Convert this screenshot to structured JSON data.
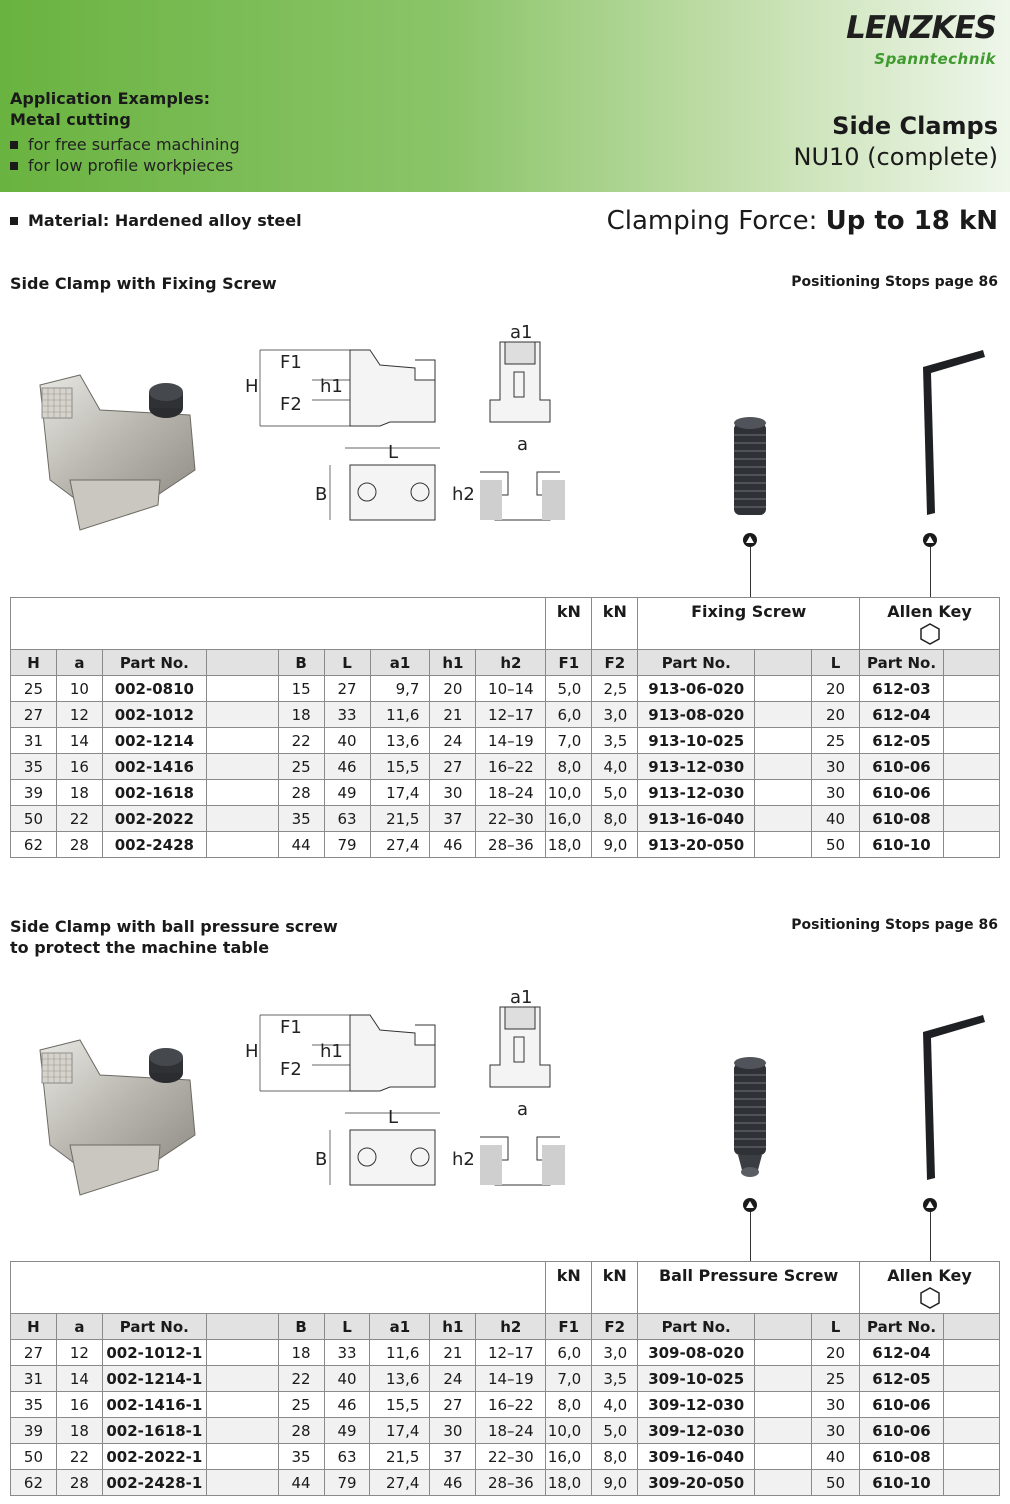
{
  "logo": {
    "main": "LENZKES",
    "sub": "Spanntechnik"
  },
  "application": {
    "title_line1": "Application Examples:",
    "title_line2": "Metal cutting",
    "items": [
      "for free surface machining",
      "for low profile workpieces"
    ]
  },
  "product": {
    "title": "Side Clamps",
    "subtitle": "NU10 (complete)"
  },
  "material": "Material: Hardened alloy steel",
  "clamping_force": {
    "label": "Clamping Force: ",
    "value": "Up to 18 kN"
  },
  "section1": {
    "title": "Side Clamp with Fixing Screw",
    "ref": "Positioning Stops page 86",
    "drawing_labels": {
      "F1": "F1",
      "F2": "F2",
      "H": "H",
      "h1": "h1",
      "a1": "a1",
      "L": "L",
      "B": "B",
      "a": "a",
      "h2": "h2"
    },
    "table": {
      "top": {
        "kn1": "kN",
        "kn2": "kN",
        "screw": "Fixing Screw",
        "key": "Allen Key"
      },
      "headers": {
        "H": "H",
        "a": "a",
        "part": "Part No.",
        "B": "B",
        "L": "L",
        "a1": "a1",
        "h1": "h1",
        "h2": "h2",
        "F1": "F1",
        "F2": "F2",
        "screw_part": "Part No.",
        "screw_L": "L",
        "key_part": "Part No."
      },
      "rows": [
        {
          "H": "25",
          "a": "10",
          "part": "002-0810",
          "B": "15",
          "L": "27",
          "a1": "9,7",
          "h1": "20",
          "h2": "10–14",
          "F1": "5,0",
          "F2": "2,5",
          "screw": "913-06-020",
          "sL": "20",
          "key": "612-03"
        },
        {
          "H": "27",
          "a": "12",
          "part": "002-1012",
          "B": "18",
          "L": "33",
          "a1": "11,6",
          "h1": "21",
          "h2": "12–17",
          "F1": "6,0",
          "F2": "3,0",
          "screw": "913-08-020",
          "sL": "20",
          "key": "612-04"
        },
        {
          "H": "31",
          "a": "14",
          "part": "002-1214",
          "B": "22",
          "L": "40",
          "a1": "13,6",
          "h1": "24",
          "h2": "14–19",
          "F1": "7,0",
          "F2": "3,5",
          "screw": "913-10-025",
          "sL": "25",
          "key": "612-05"
        },
        {
          "H": "35",
          "a": "16",
          "part": "002-1416",
          "B": "25",
          "L": "46",
          "a1": "15,5",
          "h1": "27",
          "h2": "16–22",
          "F1": "8,0",
          "F2": "4,0",
          "screw": "913-12-030",
          "sL": "30",
          "key": "610-06"
        },
        {
          "H": "39",
          "a": "18",
          "part": "002-1618",
          "B": "28",
          "L": "49",
          "a1": "17,4",
          "h1": "30",
          "h2": "18–24",
          "F1": "10,0",
          "F2": "5,0",
          "screw": "913-12-030",
          "sL": "30",
          "key": "610-06"
        },
        {
          "H": "50",
          "a": "22",
          "part": "002-2022",
          "B": "35",
          "L": "63",
          "a1": "21,5",
          "h1": "37",
          "h2": "22–30",
          "F1": "16,0",
          "F2": "8,0",
          "screw": "913-16-040",
          "sL": "40",
          "key": "610-08"
        },
        {
          "H": "62",
          "a": "28",
          "part": "002-2428",
          "B": "44",
          "L": "79",
          "a1": "27,4",
          "h1": "46",
          "h2": "28–36",
          "F1": "18,0",
          "F2": "9,0",
          "screw": "913-20-050",
          "sL": "50",
          "key": "610-10"
        }
      ]
    }
  },
  "section2": {
    "title_line1": "Side Clamp with ball pressure screw",
    "title_line2": "to protect the machine table",
    "ref": "Positioning Stops page 86",
    "drawing_labels": {
      "F1": "F1",
      "F2": "F2",
      "H": "H",
      "h1": "h1",
      "a1": "a1",
      "L": "L",
      "B": "B",
      "a": "a",
      "h2": "h2"
    },
    "table": {
      "top": {
        "kn1": "kN",
        "kn2": "kN",
        "screw": "Ball Pressure Screw",
        "key": "Allen Key"
      },
      "headers": {
        "H": "H",
        "a": "a",
        "part": "Part No.",
        "B": "B",
        "L": "L",
        "a1": "a1",
        "h1": "h1",
        "h2": "h2",
        "F1": "F1",
        "F2": "F2",
        "screw_part": "Part No.",
        "screw_L": "L",
        "key_part": "Part No."
      },
      "rows": [
        {
          "H": "27",
          "a": "12",
          "part": "002-1012-1",
          "B": "18",
          "L": "33",
          "a1": "11,6",
          "h1": "21",
          "h2": "12–17",
          "F1": "6,0",
          "F2": "3,0",
          "screw": "309-08-020",
          "sL": "20",
          "key": "612-04"
        },
        {
          "H": "31",
          "a": "14",
          "part": "002-1214-1",
          "B": "22",
          "L": "40",
          "a1": "13,6",
          "h1": "24",
          "h2": "14–19",
          "F1": "7,0",
          "F2": "3,5",
          "screw": "309-10-025",
          "sL": "25",
          "key": "612-05"
        },
        {
          "H": "35",
          "a": "16",
          "part": "002-1416-1",
          "B": "25",
          "L": "46",
          "a1": "15,5",
          "h1": "27",
          "h2": "16–22",
          "F1": "8,0",
          "F2": "4,0",
          "screw": "309-12-030",
          "sL": "30",
          "key": "610-06"
        },
        {
          "H": "39",
          "a": "18",
          "part": "002-1618-1",
          "B": "28",
          "L": "49",
          "a1": "17,4",
          "h1": "30",
          "h2": "18–24",
          "F1": "10,0",
          "F2": "5,0",
          "screw": "309-12-030",
          "sL": "30",
          "key": "610-06"
        },
        {
          "H": "50",
          "a": "22",
          "part": "002-2022-1",
          "B": "35",
          "L": "63",
          "a1": "21,5",
          "h1": "37",
          "h2": "22–30",
          "F1": "16,0",
          "F2": "8,0",
          "screw": "309-16-040",
          "sL": "40",
          "key": "610-08"
        },
        {
          "H": "62",
          "a": "28",
          "part": "002-2428-1",
          "B": "44",
          "L": "79",
          "a1": "27,4",
          "h1": "46",
          "h2": "28–36",
          "F1": "18,0",
          "F2": "9,0",
          "screw": "309-20-050",
          "sL": "50",
          "key": "610-10"
        }
      ]
    }
  },
  "colors": {
    "header_green": "#69b340",
    "logo_green": "#3f9a2f",
    "table_head": "#e2e2e2",
    "row_alt": "#f1f1f1"
  },
  "icons": [
    "hexagon-icon",
    "triangle-marker-icon",
    "side-clamp-photo",
    "set-screw-photo",
    "allen-key-photo"
  ]
}
